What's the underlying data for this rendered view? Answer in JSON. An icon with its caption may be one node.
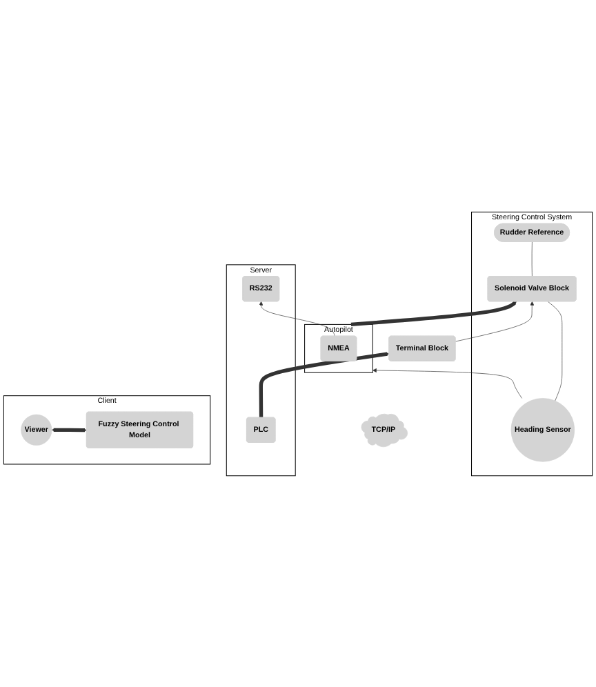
{
  "diagram": {
    "nodes": [
      {
        "text": [
          "Steering Control System"
        ]
      },
      {
        "text": [
          "Heading Sensor"
        ],
        "in": 0
      },
      {
        "text": [
          "Solenoid Valve Block"
        ],
        "in": 0
      },
      {
        "text": [
          "Rudder Reference"
        ],
        "in": 0
      },
      {
        "text": [
          "Terminal Block"
        ]
      },
      {
        "text": [
          "Autopilot"
        ]
      },
      {
        "text": [
          "NMEA"
        ],
        "in": 5
      },
      {
        "text": [
          "Server"
        ]
      },
      {
        "text": [
          "PLC"
        ],
        "in": 7
      },
      {
        "text": [
          "RS232"
        ],
        "in": 7
      },
      {
        "text": [
          "TCP/IP"
        ]
      },
      {
        "text": [
          "Client"
        ]
      },
      {
        "text": [
          "Viewer"
        ],
        "in": 11
      },
      {
        "text": [
          "Fuzzy Steering Control Model"
        ],
        "in": 11
      }
    ],
    "edges": [
      {
        "from": 1,
        "to": 2,
        "arrow": "none"
      },
      {
        "from": 2,
        "to": 3,
        "arrow": "none"
      },
      {
        "from": 1,
        "to": 5,
        "arrow": "to"
      },
      {
        "from": 5,
        "to": 2,
        "arrow": "to",
        "style": "thick"
      },
      {
        "from": 4,
        "to": 2,
        "arrow": "to"
      },
      {
        "from": 8,
        "to": 4,
        "arrow": "to",
        "style": "thick"
      },
      {
        "from": 6,
        "to": 9,
        "arrow": "to"
      },
      {
        "from": 12,
        "to": 13,
        "arrow": "both",
        "style": "thick"
      }
    ]
  }
}
